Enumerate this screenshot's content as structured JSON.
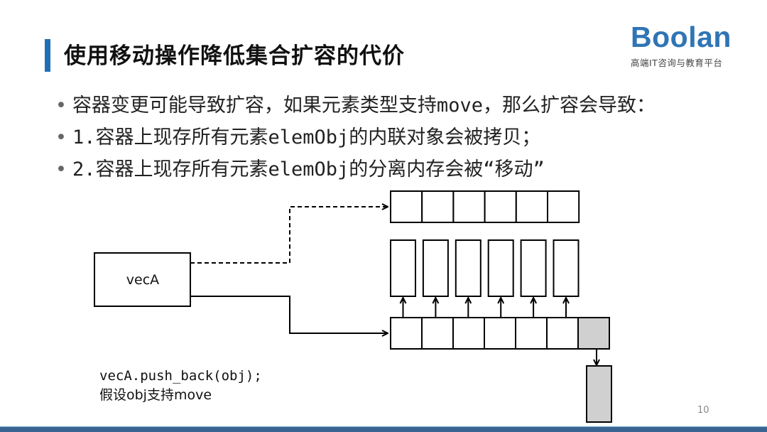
{
  "title": "使用移动操作降低集合扩容的代价",
  "logo": {
    "word": "Boolan",
    "subtitle": "高端IT咨询与教育平台"
  },
  "bullets": [
    {
      "marker": "•",
      "text": "容器变更可能导致扩容，如果元素类型支持move，那么扩容会导致："
    },
    {
      "marker": "•",
      "text": "1.容器上现存所有元素elemObj的内联对象会被拷贝；"
    },
    {
      "marker": "•",
      "text": "2.容器上现存所有元素elemObj的分离内存会被“移动”"
    }
  ],
  "diagram": {
    "vector_label": "vecA"
  },
  "code": {
    "line1": "vecA.push_back(obj);",
    "line2": "假设obj支持move"
  },
  "page_number": "10",
  "colors": {
    "accent": "#1f6fb5",
    "logo": "#2f75b5",
    "bottom_bar": "#3a6592",
    "new_cell_fill": "#d0d0d0"
  }
}
